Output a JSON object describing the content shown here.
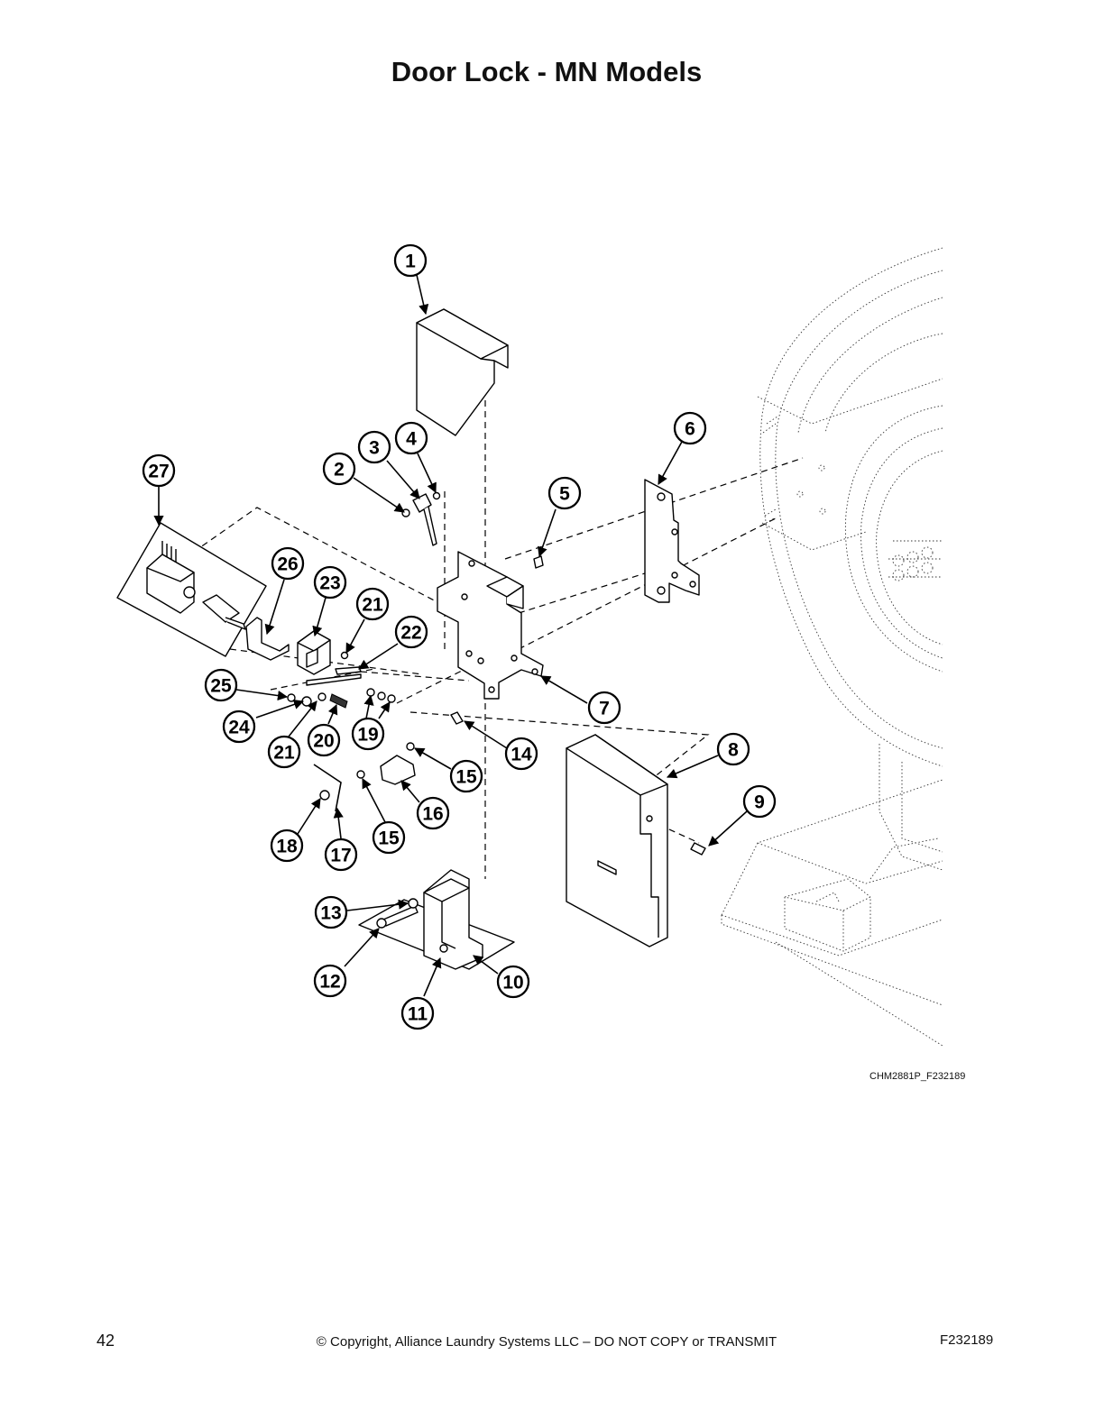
{
  "title": "Door Lock - MN Models",
  "drawing_code": "CHM2881P_F232189",
  "footer": {
    "page_number": "42",
    "copyright": "© Copyright, Alliance Laundry Systems LLC – DO NOT COPY or TRANSMIT",
    "document_code": "F232189"
  },
  "callouts": [
    "1",
    "2",
    "3",
    "4",
    "5",
    "6",
    "7",
    "8",
    "9",
    "10",
    "11",
    "12",
    "13",
    "14",
    "15",
    "15",
    "16",
    "17",
    "18",
    "19",
    "20",
    "21",
    "21",
    "22",
    "23",
    "24",
    "25",
    "26",
    "27"
  ]
}
